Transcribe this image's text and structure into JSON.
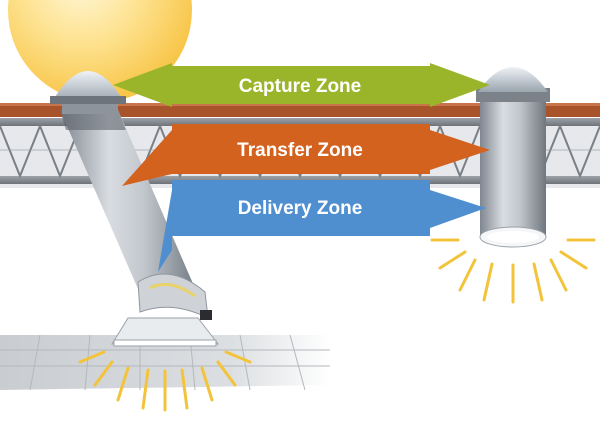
{
  "zones": {
    "capture": {
      "label": "Capture Zone",
      "color": "#9bb52a"
    },
    "transfer": {
      "label": "Transfer Zone",
      "color": "#d4621f"
    },
    "delivery": {
      "label": "Delivery Zone",
      "color": "#4f8fd0"
    }
  },
  "palette": {
    "sun": "#fbcf5a",
    "roof_deck": "#a8532a",
    "truss": "#8a8e94",
    "tube": "#b9bfc7",
    "light_rays": "#f3c33c",
    "ceiling": "#d3d6da"
  },
  "icons": [
    "sun-icon",
    "dome-icon",
    "diffuser-icon",
    "light-ray-icon"
  ]
}
